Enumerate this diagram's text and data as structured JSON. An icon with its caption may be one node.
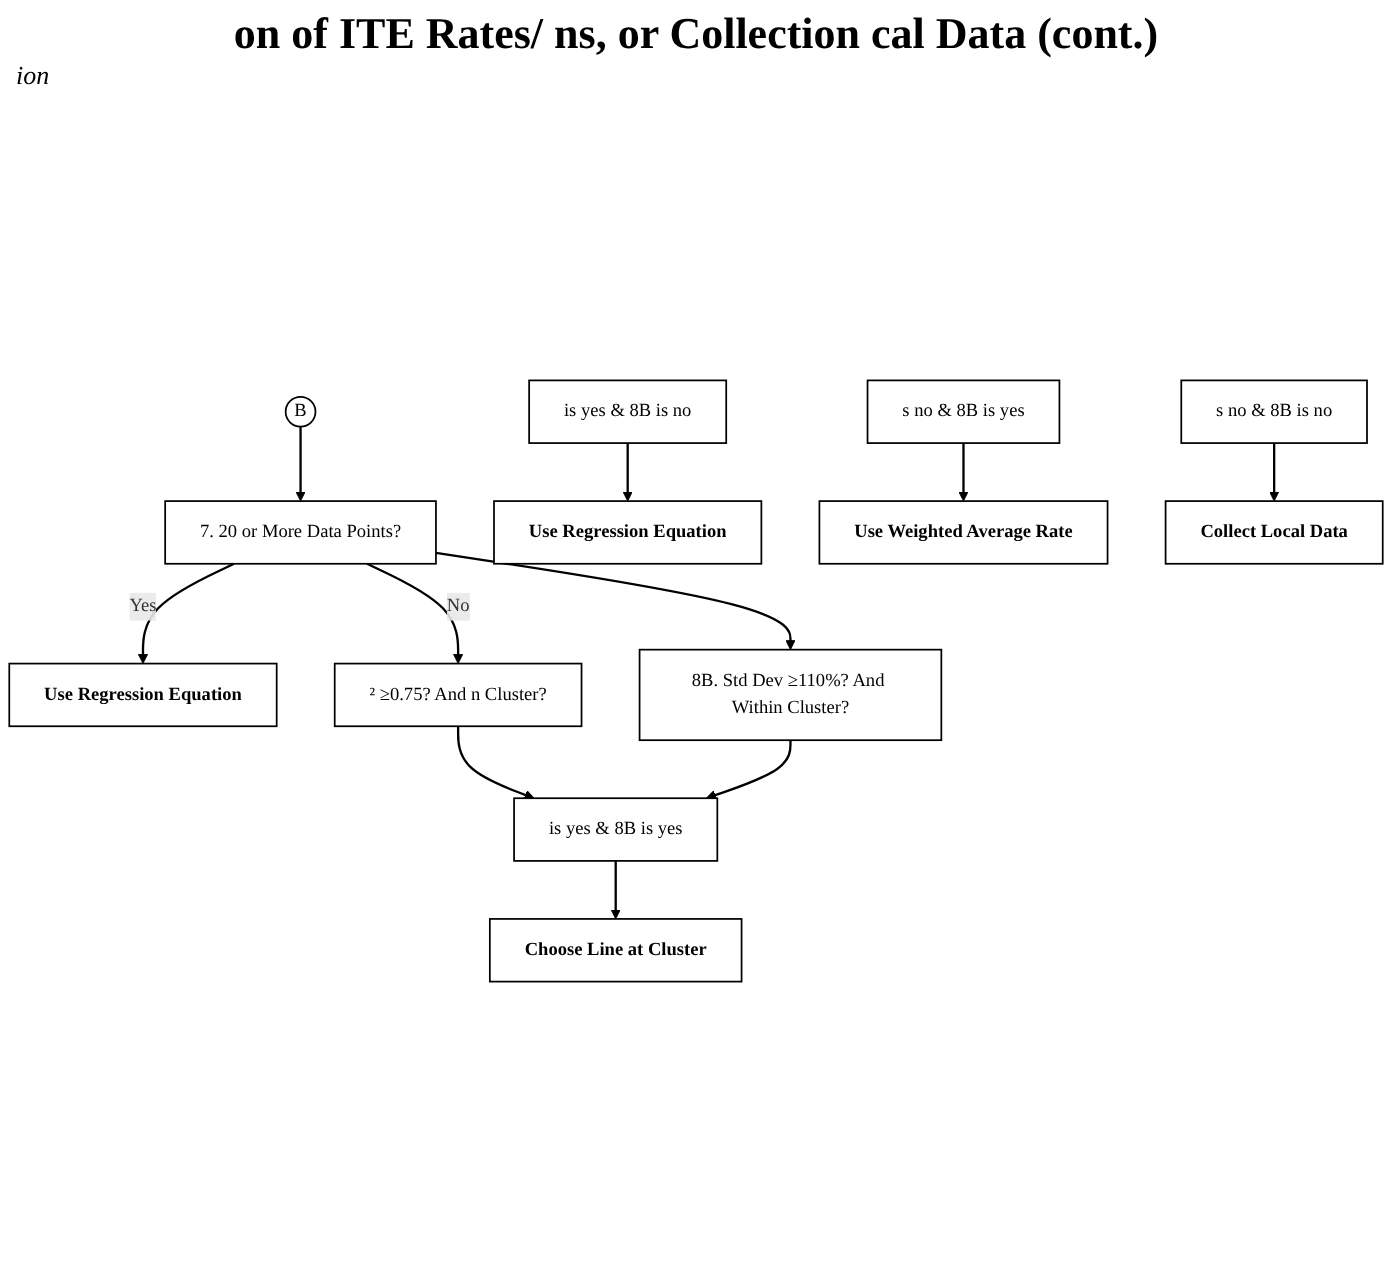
{
  "diagram": {
    "title": "on of ITE Rates/ ns, or Collection cal Data (cont.)",
    "nodes": [
      {
        "text": [
          "B"
        ]
      },
      {
        "text": [
          "7. 20 or More Data Points?"
        ]
      },
      {
        "text": [
          "Use Regression Equation"
        ]
      },
      {
        "text": [
          "² ≥0.75? And n Cluster?"
        ]
      },
      {
        "text": [
          "8B. Std Dev ≥110%? And Within Cluster?"
        ]
      },
      {
        "text": [
          "is yes & 8B is yes"
        ]
      },
      {
        "text": [
          "is yes & 8B is no"
        ]
      },
      {
        "text": [
          "s no & 8B is yes"
        ]
      },
      {
        "text": [
          "s no & 8B is no"
        ]
      },
      {
        "text": [
          "Choose Line at Cluster"
        ]
      },
      {
        "text": [
          "Use Regression Equation"
        ]
      },
      {
        "text": [
          "Use Weighted Average Rate"
        ]
      },
      {
        "text": [
          "Collect Local Data"
        ]
      }
    ],
    "edges": [
      {
        "from": 0,
        "to": 1,
        "arrow": "to"
      },
      {
        "from": 1,
        "to": 2,
        "arrow": "to",
        "label": "Yes"
      },
      {
        "from": 1,
        "to": 3,
        "arrow": "to",
        "label": "No"
      },
      {
        "from": 1,
        "to": 4,
        "arrow": "to"
      },
      {
        "from": 3,
        "to": 5,
        "arrow": "to"
      },
      {
        "from": 4,
        "to": 5,
        "arrow": "to"
      },
      {
        "from": 5,
        "to": 9,
        "arrow": "to"
      },
      {
        "from": 6,
        "to": 10,
        "arrow": "to"
      },
      {
        "from": 7,
        "to": 11,
        "arrow": "to"
      },
      {
        "from": 8,
        "to": 12,
        "arrow": "to"
      }
    ],
    "labels": [
      "ion"
    ]
  }
}
